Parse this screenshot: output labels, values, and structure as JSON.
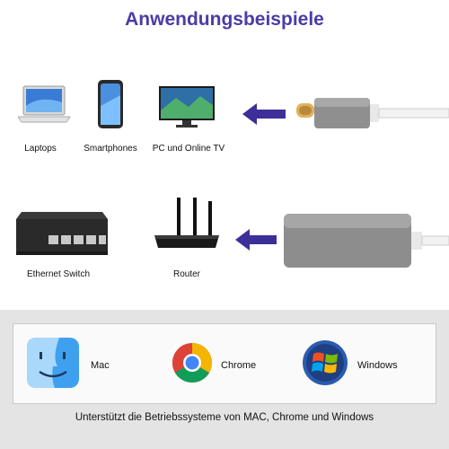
{
  "title": "Anwendungsbeispiele",
  "devices_row1": {
    "laptops": "Laptops",
    "smartphones": "Smartphones",
    "pc_tv": "PC und Online TV"
  },
  "devices_row2": {
    "ethernet_switch": "Ethernet Switch",
    "router": "Router"
  },
  "os": {
    "mac": "Mac",
    "chrome": "Chrome",
    "windows": "Windows"
  },
  "footer": "Unterstützt die Betriebssysteme von MAC, Chrome und Windows",
  "colors": {
    "title": "#4a3ca6",
    "arrow": "#3d2f99",
    "panel": "#e4e4e4"
  },
  "icons": [
    "laptop-icon",
    "smartphone-icon",
    "tv-icon",
    "usb-c-cable-icon",
    "ethernet-switch-icon",
    "router-icon",
    "adapter-icon",
    "mac-finder-icon",
    "chrome-icon",
    "windows-icon",
    "arrow-left-icon"
  ]
}
